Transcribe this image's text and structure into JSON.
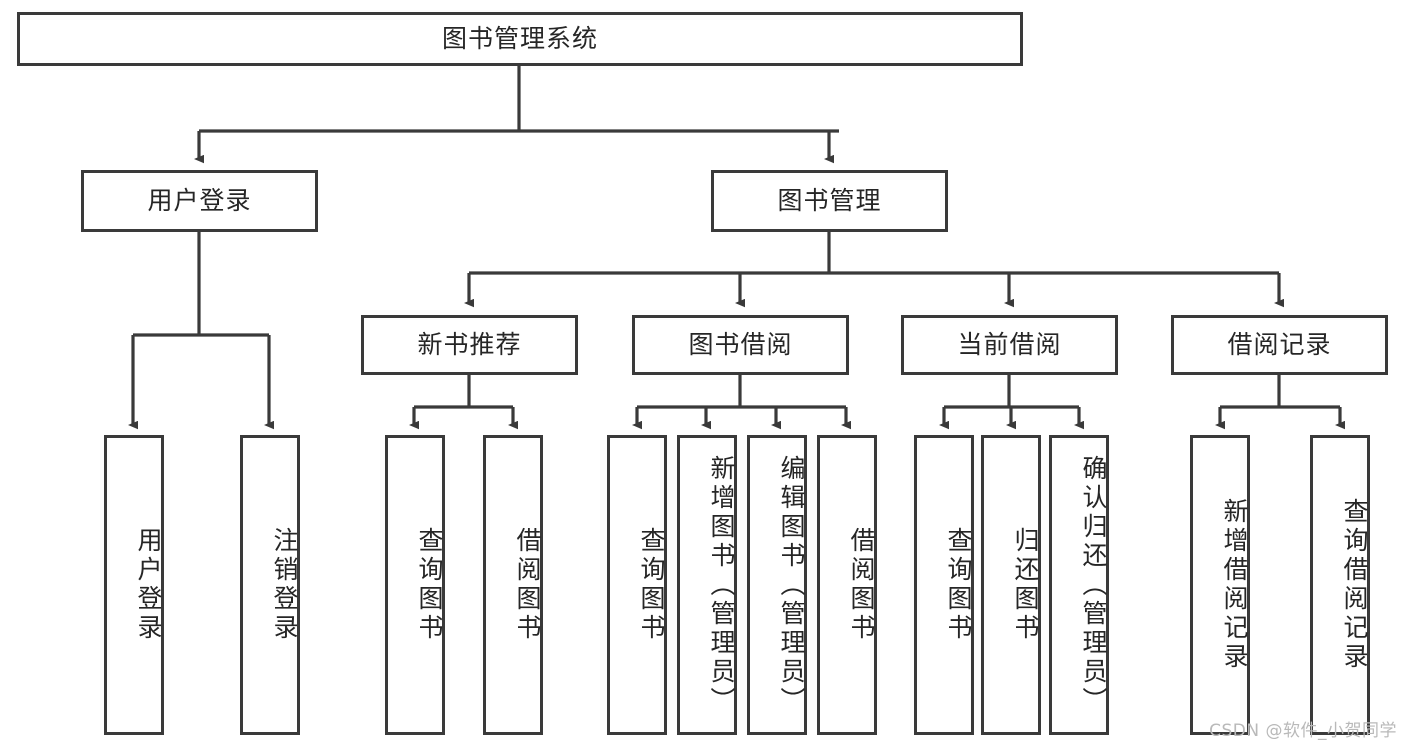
{
  "diagram": {
    "title": "图书管理系统",
    "watermark": "CSDN @软件_小贺同学",
    "colors": {
      "stroke": "#3a3a3a",
      "text": "#262626",
      "background": "#ffffff",
      "watermark": "#b9b9b9"
    },
    "root": {
      "label": "图书管理系统"
    },
    "level1": [
      {
        "label": "用户登录"
      },
      {
        "label": "图书管理"
      }
    ],
    "level2": [
      {
        "label": "新书推荐"
      },
      {
        "label": "图书借阅"
      },
      {
        "label": "当前借阅"
      },
      {
        "label": "借阅记录"
      }
    ],
    "leaves": {
      "user_login": [
        {
          "label": "用户登录"
        },
        {
          "label": "注销登录"
        }
      ],
      "new_book": [
        {
          "label": "查询图书"
        },
        {
          "label": "借阅图书"
        }
      ],
      "book_borrow": [
        {
          "label": "查询图书"
        },
        {
          "label": "新增图书（管理员）"
        },
        {
          "label": "编辑图书（管理员）"
        },
        {
          "label": "借阅图书"
        }
      ],
      "current_borrow": [
        {
          "label": "查询图书"
        },
        {
          "label": "归还图书"
        },
        {
          "label": "确认归还（管理员）"
        }
      ],
      "borrow_record": [
        {
          "label": "新增借阅记录"
        },
        {
          "label": "查询借阅记录"
        }
      ]
    }
  }
}
